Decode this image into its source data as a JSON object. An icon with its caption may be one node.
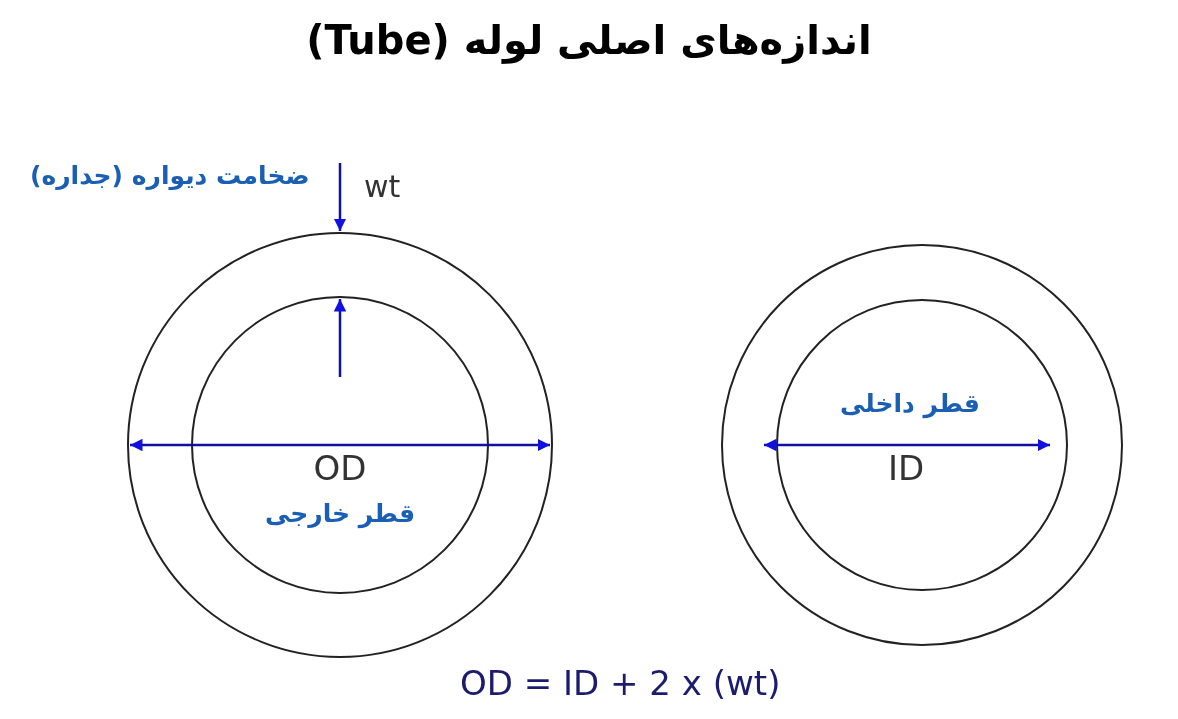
{
  "diagram": {
    "title": "اندازه‌های اصلی لوله (Tube)",
    "labels": [
      "ضخامت دیواره (جداره)",
      "wt",
      "OD",
      "قطر خارجی",
      "قطر داخلی",
      "ID",
      "OD = ID + 2 x (wt)"
    ]
  }
}
